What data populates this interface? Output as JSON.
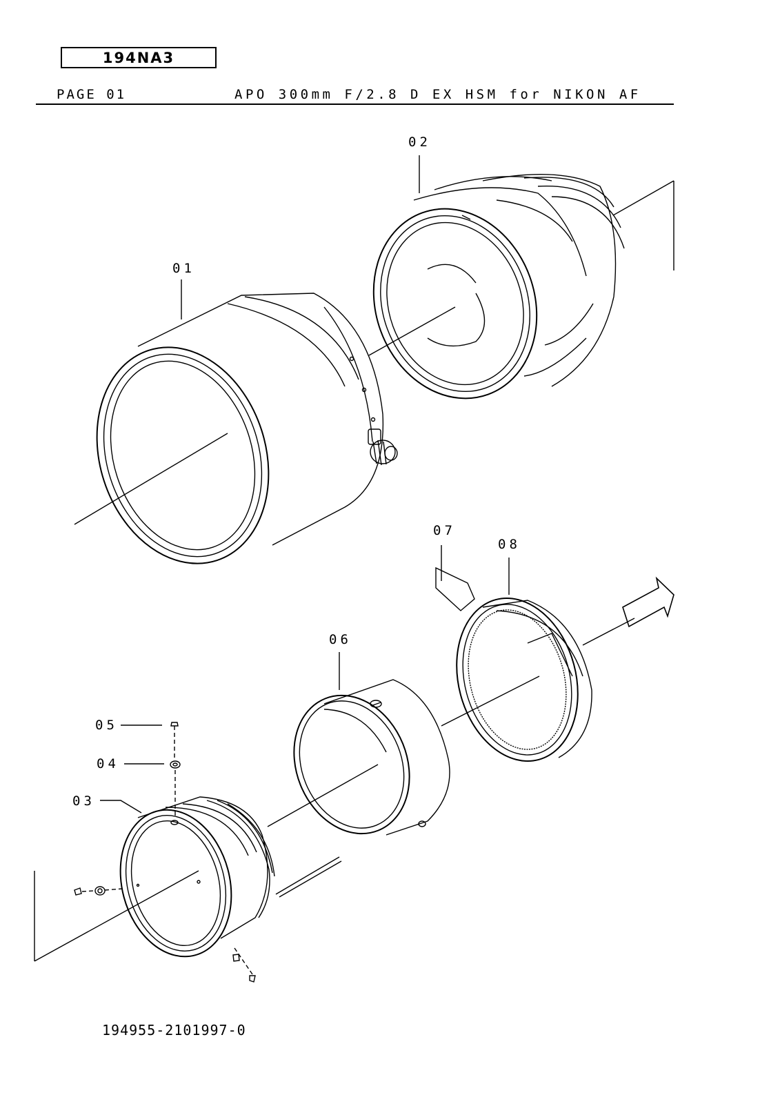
{
  "header": {
    "model_code": "194NA3",
    "page_label": "PAGE 01",
    "title": "APO 300mm F/2.8 D EX HSM for NIKON AF"
  },
  "parts": [
    {
      "id": "01",
      "callout": "01"
    },
    {
      "id": "02",
      "callout": "02"
    },
    {
      "id": "03",
      "callout": "03"
    },
    {
      "id": "04",
      "callout": "04"
    },
    {
      "id": "05",
      "callout": "05"
    },
    {
      "id": "06",
      "callout": "06"
    },
    {
      "id": "07",
      "callout": "07"
    },
    {
      "id": "08",
      "callout": "08"
    }
  ],
  "footer": {
    "drawing_number": "194955-2101997-0"
  },
  "colors": {
    "line": "#000000",
    "background": "#ffffff"
  }
}
